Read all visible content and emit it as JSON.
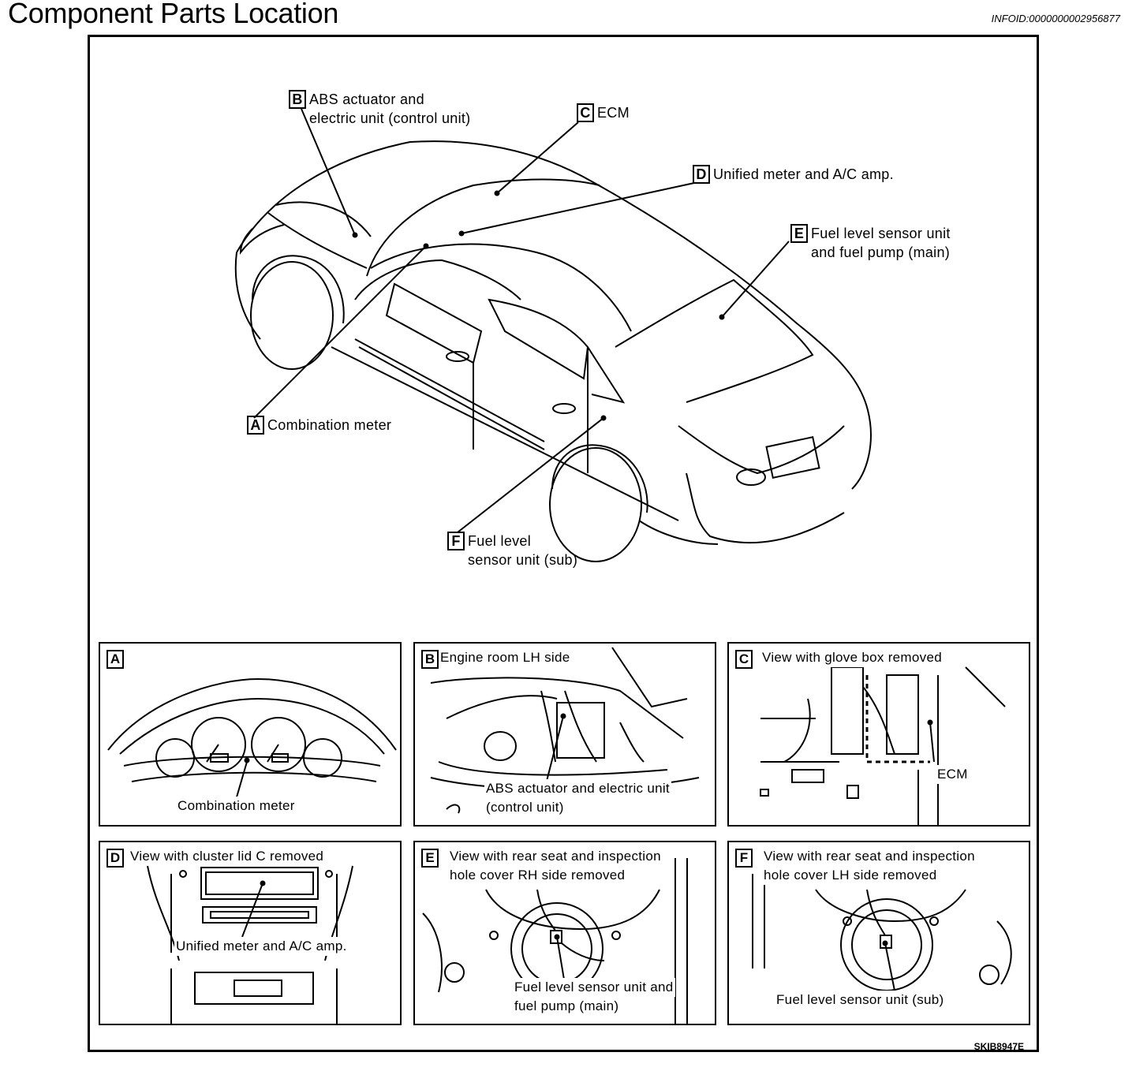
{
  "page": {
    "title": "Component Parts Location",
    "info_id": "INFOID:0000000002956877",
    "figure_code": "SKIB8947E"
  },
  "callouts": {
    "a": {
      "letter": "A",
      "line1": "Combination meter"
    },
    "b": {
      "letter": "B",
      "line1": "ABS actuator and",
      "line2": "electric unit (control unit)"
    },
    "c": {
      "letter": "C",
      "line1": "ECM"
    },
    "d": {
      "letter": "D",
      "line1": "Unified meter and A/C amp."
    },
    "e": {
      "letter": "E",
      "line1": "Fuel level sensor unit",
      "line2": "and fuel pump (main)"
    },
    "f": {
      "letter": "F",
      "line1": "Fuel level",
      "line2": "sensor unit (sub)"
    }
  },
  "panels": {
    "a": {
      "letter": "A",
      "title": "",
      "label": "Combination meter"
    },
    "b": {
      "letter": "B",
      "title": "Engine room LH side",
      "label_line1": "ABS actuator and electric unit",
      "label_line2": "(control unit)"
    },
    "c": {
      "letter": "C",
      "title": "View with glove box removed",
      "label": "ECM"
    },
    "d": {
      "letter": "D",
      "title": "View with cluster lid C removed",
      "label": "Unified meter and A/C amp."
    },
    "e": {
      "letter": "E",
      "title_line1": "View with rear seat and inspection",
      "title_line2": "hole cover RH side removed",
      "label_line1": "Fuel level sensor unit and",
      "label_line2": "fuel pump (main)"
    },
    "f": {
      "letter": "F",
      "title_line1": "View with rear seat and inspection",
      "title_line2": "hole cover LH side removed",
      "label": "Fuel level sensor unit (sub)"
    }
  }
}
